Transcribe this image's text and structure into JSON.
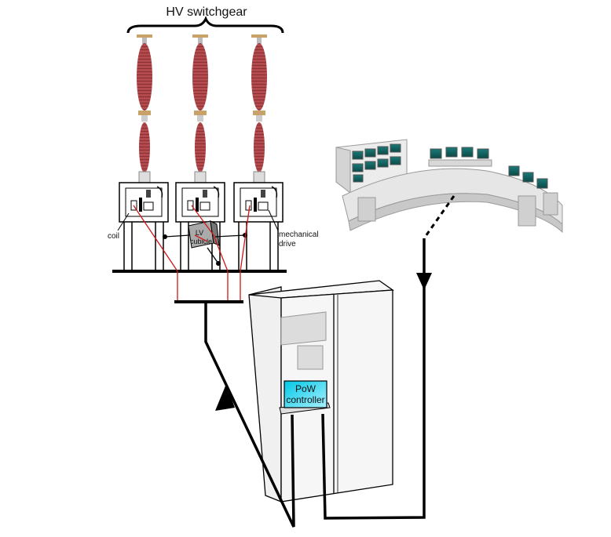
{
  "title": "HV switchgear",
  "labels": {
    "coil": "coil",
    "lv_cubicle_line1": "LV",
    "lv_cubicle_line2": "cubicle",
    "mechanical_drive_line1": "mechanical",
    "mechanical_drive_line2": "drive",
    "pow_controller_line1": "PoW",
    "pow_controller_line2": "controller"
  },
  "colors": {
    "insulator": "#b24a4e",
    "wire_red": "#d01818",
    "wire_black": "#000000",
    "screen": "#00c8e6",
    "cabinet": "#f6f6f6"
  },
  "icons": {
    "control_room": "control-room-icon",
    "cabinet": "control-cabinet-icon"
  }
}
